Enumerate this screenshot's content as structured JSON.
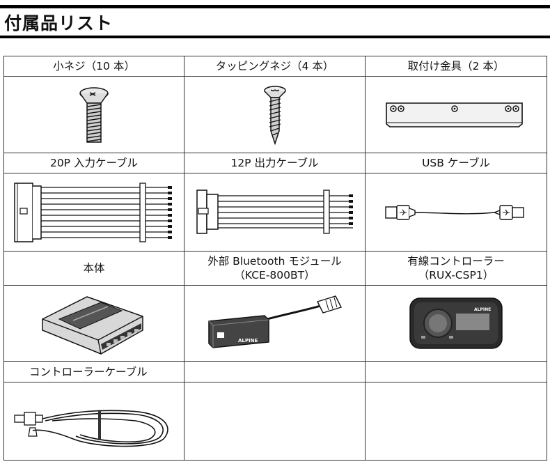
{
  "page": {
    "title": "付属品リスト"
  },
  "items": [
    {
      "label": "小ネジ（10 本）",
      "icon": "flat-head-screw-icon"
    },
    {
      "label": "タッピングネジ（4 本）",
      "icon": "tapping-screw-icon"
    },
    {
      "label": "取付け金具（2 本）",
      "icon": "mounting-bracket-icon"
    },
    {
      "label": "20P 入力ケーブル",
      "icon": "input-cable-20p-icon"
    },
    {
      "label": "12P 出力ケーブル",
      "icon": "output-cable-12p-icon"
    },
    {
      "label": "USB ケーブル",
      "icon": "usb-cable-icon"
    },
    {
      "label": "本体",
      "icon": "main-unit-icon"
    },
    {
      "label": "外部 Bluetooth モジュール",
      "label2": "（KCE-800BT）",
      "icon": "bluetooth-module-icon",
      "brand": "ALPINE"
    },
    {
      "label": "有線コントローラー",
      "label2": "（RUX-CSP1）",
      "icon": "wired-controller-icon",
      "brand": "ALPINE"
    },
    {
      "label": "コントローラーケーブル",
      "icon": "controller-cable-icon"
    }
  ]
}
